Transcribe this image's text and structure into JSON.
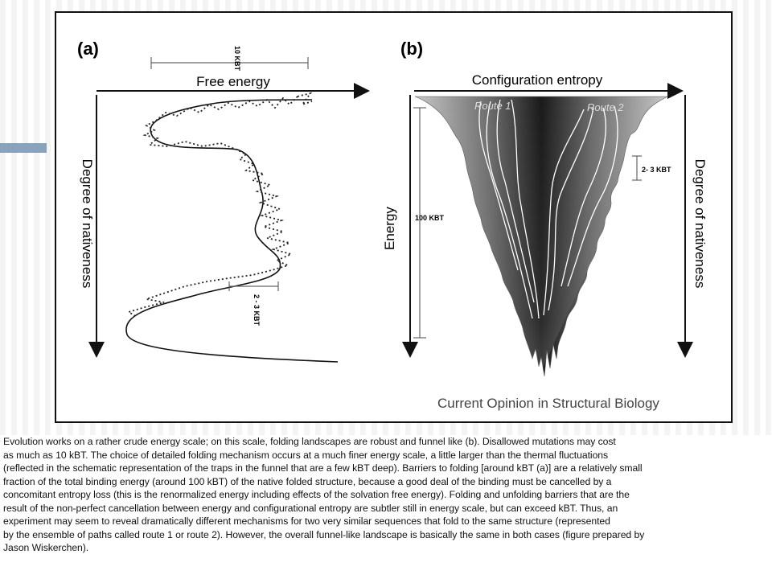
{
  "panel_a": {
    "label": "(a)",
    "axis_x_label": "Free energy",
    "axis_y_label": "Degree of nativeness",
    "scale_top": "10 KBT",
    "scale_mid": "2 - 3 KBT"
  },
  "panel_b": {
    "label": "(b)",
    "axis_x_label": "Configuration entropy",
    "axis_y_left_label": "Energy",
    "axis_y_right_label": "Degree of nativeness",
    "route1": "Route 1",
    "route2": "Route 2",
    "scale_energy": "100 KBT",
    "scale_small": "2- 3 KBT"
  },
  "figure_credit": "Current Opinion in Structural Biology",
  "caption_lines": [
    "Evolution works on a rather crude energy scale; on this scale, folding landscapes are robust and funnel like (b). Disallowed mutations may cost",
    "as much as 10 kBT. The choice of detailed folding mechanism occurs at a much finer energy scale, a little larger than the thermal fluctuations",
    "(reflected in the schematic representation of the traps in the funnel that are a few kBT deep). Barriers to folding [around kBT (a)] are a relatively small",
    "fraction of the total binding energy (around 100 kBT) of the native folded structure, because a good deal of the binding must be cancelled by a",
    "concomitant entropy loss (this is the renormalized energy including effects of the solvation free energy). Folding and unfolding barriers that are the",
    "result of the non-perfect cancellation between energy and configurational entropy are subtler still in energy scale, but can exceed kBT. Thus, an",
    "experiment may seem to reveal dramatically different mechanisms for two very similar sequences that fold to the same structure (represented",
    "by the ensemble of paths called route 1 or route 2). However, the overall funnel-like landscape is basically the same in both cases (figure prepared by",
    "Jason Wiskerchen)."
  ]
}
